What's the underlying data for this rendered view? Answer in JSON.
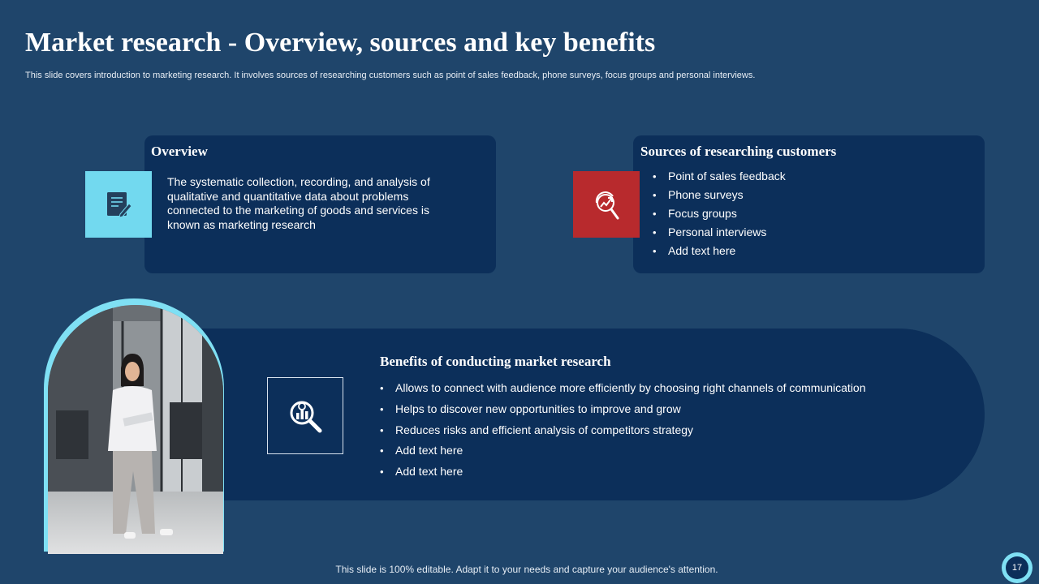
{
  "slide": {
    "title": "Market research - Overview, sources and key benefits",
    "subtitle": "This slide covers introduction to marketing research. It involves sources of researching customers such as point of sales feedback, phone surveys, focus groups and personal interviews."
  },
  "overview": {
    "heading": "Overview",
    "text": "The systematic collection, recording, and analysis of qualitative and quantitative data about problems connected to the marketing of goods and services is known as marketing research",
    "icon": "document-pen-icon"
  },
  "sources": {
    "heading": "Sources of  researching customers",
    "icon": "growth-chart-magnifier-icon",
    "items": [
      "Point of sales feedback",
      "Phone surveys",
      "Focus groups",
      "Personal interviews",
      "Add text here"
    ]
  },
  "benefits": {
    "heading": "Benefits of conducting market research",
    "icon": "chart-magnifier-icon",
    "items": [
      "Allows to connect with audience more efficiently by choosing right channels of communication",
      "Helps to discover new opportunities to improve and grow",
      "Reduces risks and efficient analysis of competitors strategy",
      "Add text here",
      "Add text here"
    ]
  },
  "footer": {
    "note": "This slide is 100% editable. Adapt it to your needs and capture your audience's attention.",
    "page_number": "17"
  },
  "colors": {
    "background": "#1f456b",
    "card": "#0c2f5a",
    "accent_cyan": "#72d9ef",
    "accent_red": "#b82a2d"
  }
}
